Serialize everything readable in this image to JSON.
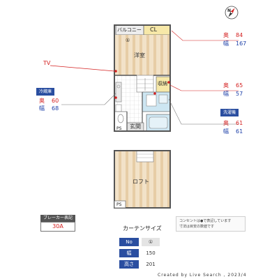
{
  "colors": {
    "wood": "#f2e2c8",
    "wood_stripe": "#e7cda6",
    "closet": "#f7e8a8",
    "wet": "#cde6f2",
    "wall": "#555555",
    "red": "#d42020",
    "blue": "#1c3fa8"
  },
  "compass": {
    "icon": "compass-north-icon",
    "label": "N"
  },
  "rooms": {
    "balcony": "バルコニー",
    "closet": "CL",
    "western_room": "洋室",
    "storage": "収納",
    "entrance": "玄関",
    "loft": "ロフト",
    "ps_lower": "PS",
    "ps_upper": "PS",
    "window_number": "①"
  },
  "callouts": {
    "tv": "TV",
    "fridge": {
      "title": "冷蔵庫",
      "depth_label": "奥",
      "depth": "60",
      "width_label": "幅",
      "width": "68"
    },
    "window": {
      "depth_label": "奥",
      "depth": "84",
      "width_label": "幅",
      "width": "167"
    },
    "storage": {
      "depth_label": "奥",
      "depth": "65",
      "width_label": "幅",
      "width": "57"
    },
    "washer": {
      "title": "洗濯機",
      "depth_label": "奥",
      "depth": "61",
      "width_label": "幅",
      "width": "61"
    }
  },
  "breaker": {
    "title": "ブレーカー表記",
    "value": "30A"
  },
  "notice": {
    "line1": "コンセントは●で表記しています",
    "line2": "寸法は目安の数値です"
  },
  "curtain": {
    "title": "カーテンサイズ",
    "rows": [
      {
        "key": "No",
        "value": "①"
      },
      {
        "key": "幅",
        "value": "150"
      },
      {
        "key": "高さ",
        "value": "201"
      }
    ]
  },
  "footer": "Created by Live Search , 2023/4"
}
